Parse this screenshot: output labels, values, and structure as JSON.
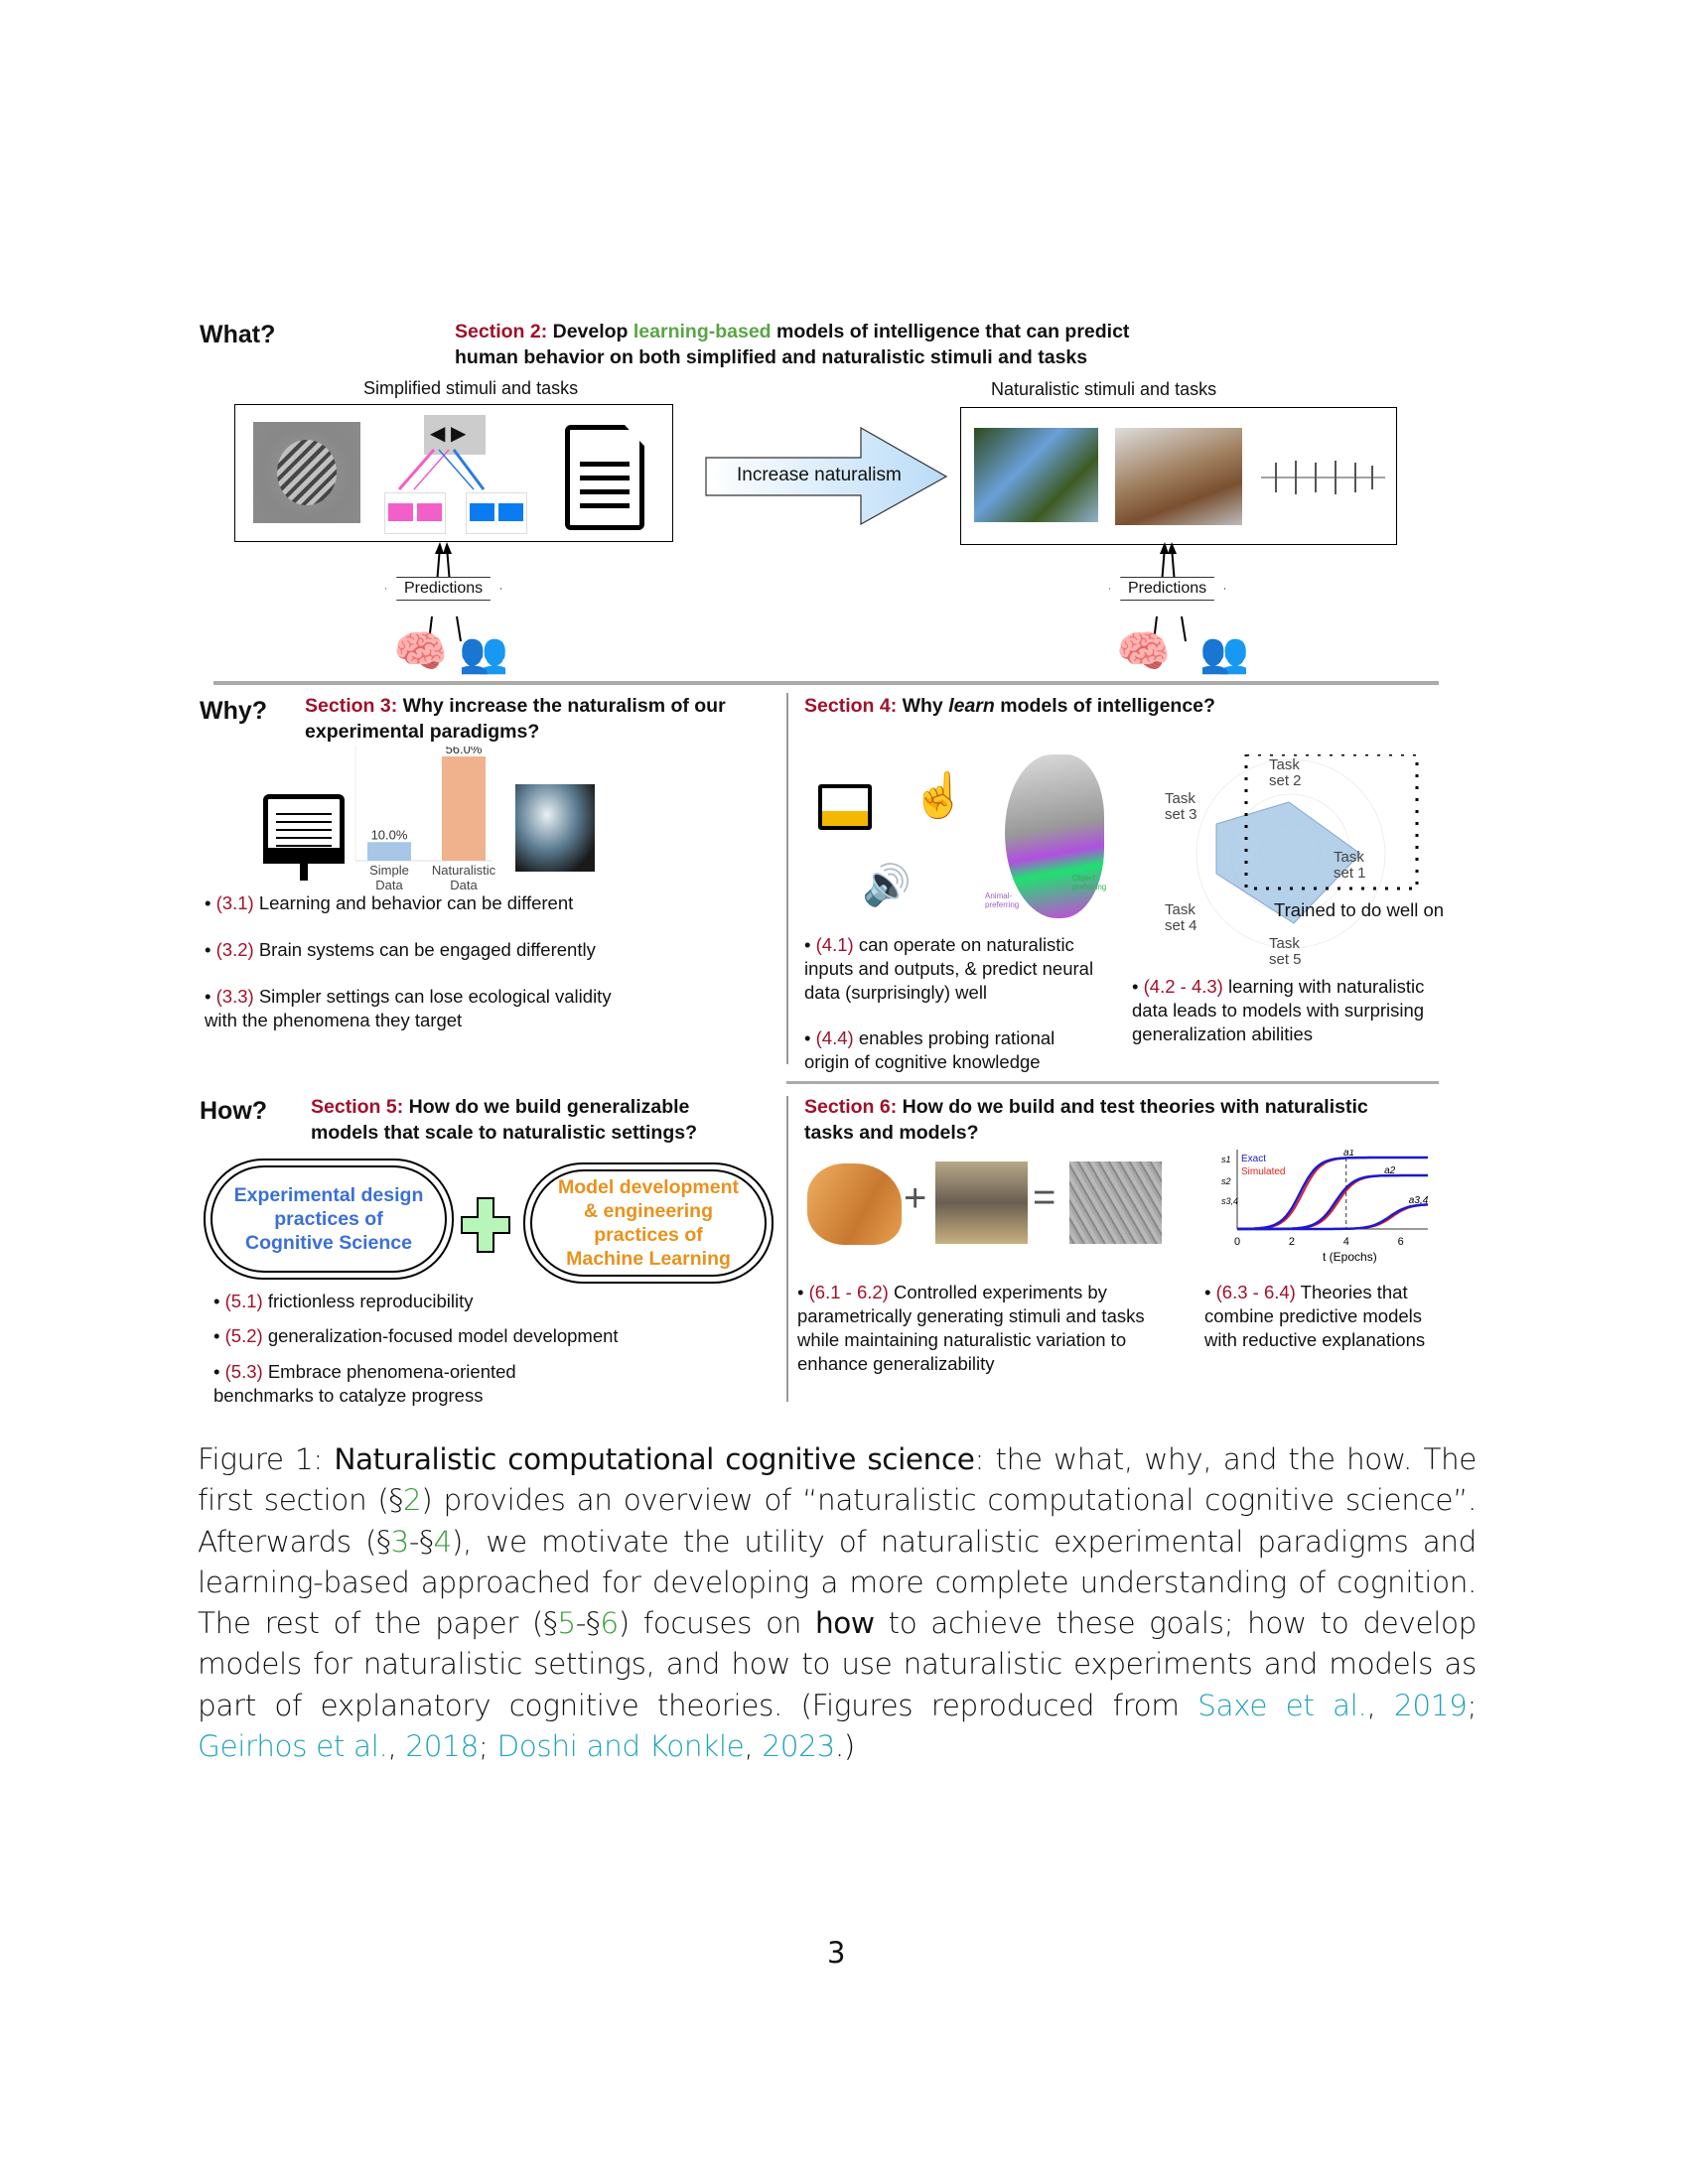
{
  "what": {
    "label": "What?",
    "section_label": "Section 2:",
    "section_text_a": "Develop",
    "section_highlight": "learning-based",
    "section_text_b": "models of intelligence that can predict",
    "section_line2": "human behavior on both simplified and naturalistic stimuli and tasks",
    "simplified_title": "Simplified stimuli and tasks",
    "naturalistic_title": "Naturalistic stimuli and tasks",
    "arrow_label": "Increase naturalism",
    "predictions": "Predictions"
  },
  "why": {
    "label": "Why?",
    "s3_label": "Section 3:",
    "s3_line1": "Why increase the naturalism of our",
    "s3_line2": "experimental paradigms?",
    "s4_label": "Section 4:",
    "s4_a": "Why",
    "s4_em": "learn",
    "s4_b": "models of intelligence?",
    "bullets3": [
      {
        "ref": "(3.1)",
        "text": "Learning and behavior can be different"
      },
      {
        "ref": "(3.2)",
        "text": "Brain systems can be engaged differently"
      },
      {
        "ref": "(3.3)",
        "text": "Simpler settings can lose ecological validity",
        "cont": "with the phenomena they target"
      }
    ],
    "b41": {
      "ref": "(4.1)",
      "text": "can operate on naturalistic",
      "l2": "inputs and outputs, & predict neural",
      "l3": "data (surprisingly) well"
    },
    "b44": {
      "ref": "(4.4)",
      "text": "enables probing rational",
      "l2": "origin of cognitive knowledge"
    },
    "b42": {
      "ref": "(4.2 - 4.3)",
      "text": "learning with naturalistic",
      "l2": "data leads to models with surprising",
      "l3": "generalization abilities"
    },
    "brain_labels": {
      "animal": "Animal-preferring",
      "object": "Object-preferring"
    },
    "radar": {
      "sets": [
        "Task set 1",
        "Task set 2",
        "Task set 3",
        "Task set 4",
        "Task set 5"
      ],
      "trained": "Trained to do well on"
    }
  },
  "how": {
    "label": "How?",
    "s5_label": "Section 5:",
    "s5_line1": "How do we build generalizable",
    "s5_line2": "models that scale to naturalistic settings?",
    "s6_label": "Section 6:",
    "s6_line1": "How do we build and test theories with naturalistic",
    "s6_line2": "tasks and models?",
    "pill_left": [
      "Experimental design",
      "practices of",
      "Cognitive Science"
    ],
    "pill_right": [
      "Model development",
      "& engineering",
      "practices of",
      "Machine Learning"
    ],
    "pill_left_color": "#3b6fd6",
    "pill_right_color": "#e8921c",
    "bullets5": [
      {
        "ref": "(5.1)",
        "text": "frictionless reproducibility"
      },
      {
        "ref": "(5.2)",
        "text": "generalization-focused model development"
      },
      {
        "ref": "(5.3)",
        "text": "Embrace phenomena-oriented",
        "cont": "benchmarks to catalyze progress"
      }
    ],
    "b61": {
      "ref": "(6.1 - 6.2)",
      "text": "Controlled experiments by",
      "l2": "parametrically generating stimuli and tasks",
      "l3": "while maintaining naturalistic variation to",
      "l4": "enhance generalizability"
    },
    "b63": {
      "ref": "(6.3 - 6.4)",
      "text": "Theories that",
      "l2": "combine predictive models",
      "l3": "with reductive explanations"
    },
    "plus": "+",
    "equals": "="
  },
  "chart_data": [
    {
      "type": "bar",
      "categories": [
        "Simple Data",
        "Naturalistic Data"
      ],
      "values": [
        10.0,
        56.0
      ],
      "data_labels": [
        "10.0%",
        "56.0%"
      ],
      "colors": [
        "#a8c6e8",
        "#f0b28c"
      ],
      "ylim": [
        0,
        56
      ]
    },
    {
      "type": "line",
      "xlabel": "t (Epochs)",
      "xticks": [
        "0",
        "2",
        "4",
        "6"
      ],
      "xlim": [
        0,
        7
      ],
      "yticks": [
        "s1",
        "s2",
        "s3,4"
      ],
      "legend": [
        "Exact",
        "Simulated"
      ],
      "legend_colors": [
        "#1a1ad0",
        "#e02020"
      ],
      "annotations": [
        "a1",
        "a2",
        "a3,4"
      ]
    }
  ],
  "caption": {
    "fig": "Figure 1:",
    "title": "Naturalistic computational cognitive science",
    "p1": ": the what, why, and the how. The first section (§",
    "r2": "2",
    "p2": ") provides an overview of “naturalistic computational cognitive science”. Afterwards (§",
    "r3": "3",
    "p3": "-§",
    "r4": "4",
    "p4": "), we motivate the utility of naturalistic experimental paradigms and learning-based approached for developing a more complete understanding of cognition. The rest of the paper (§",
    "r5": "5",
    "p5": "-§",
    "r6": "6",
    "p6": ") focuses on ",
    "how": "how",
    "p7": " to achieve these goals; how to develop models for naturalistic settings, and how to use naturalistic experiments and models as part of explanatory cognitive theories. (Figures reproduced from ",
    "c1": "Saxe et al.",
    "y1": "2019",
    "c2": "Geirhos et al.",
    "y2": "2018",
    "c3": "Doshi and Konkle",
    "y3": "2023",
    "end": ".)"
  },
  "page_number": "3"
}
